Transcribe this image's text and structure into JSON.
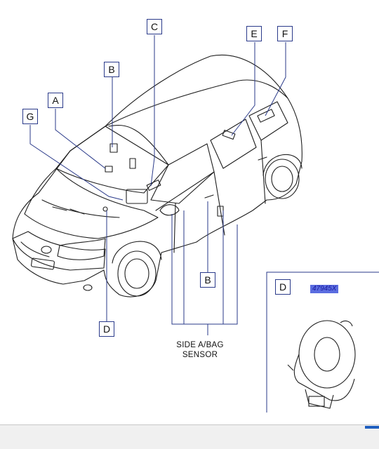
{
  "callouts": {
    "c": "C",
    "e": "E",
    "f": "F",
    "b_top": "B",
    "a": "A",
    "g": "G",
    "b_bottom": "B",
    "d_bottom": "D",
    "d_inset": "D"
  },
  "sensor_label": {
    "line1": "SIDE  A/BAG",
    "line2": "SENSOR"
  },
  "inset": {
    "part_number": "47945X"
  },
  "colors": {
    "line": "#1e1e1e",
    "leader": "#2a3a8a",
    "highlight": "#5b6de0"
  }
}
